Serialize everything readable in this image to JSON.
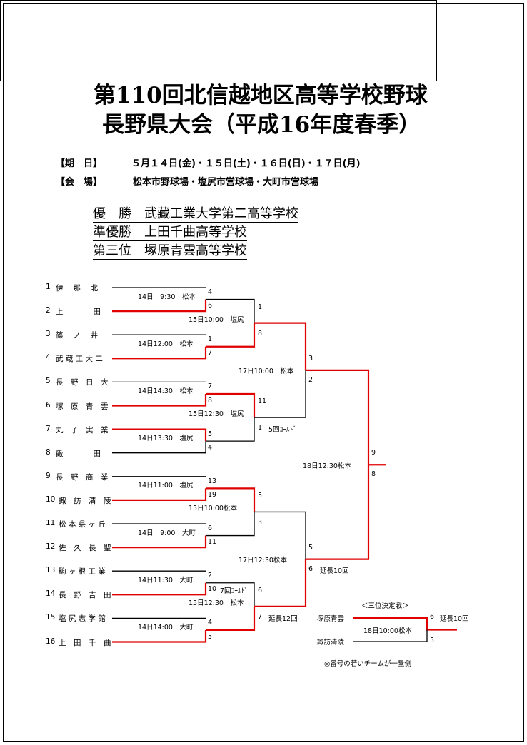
{
  "title": {
    "line1": "第110回北信越地区高等学校野球",
    "line2": "長野県大会（平成16年度春季）"
  },
  "info": {
    "date_label": "【期　日】",
    "date_value": "５月１４日(金)・１５日(土)・１６日(日)・１７日(月)",
    "venue_label": "【会　場】",
    "venue_value": "松本市野球場・塩尻市営球場・大町市営球場"
  },
  "results": [
    {
      "rank": "優　勝",
      "school": "武藏工業大学第二高等学校"
    },
    {
      "rank": "準優勝",
      "school": "上田千曲高等学校"
    },
    {
      "rank": "第三位",
      "school": "塚原青雲高等学校"
    }
  ],
  "teams": [
    {
      "num": "1",
      "name": "伊　 那　 北"
    },
    {
      "num": "2",
      "name": "上　　　　田"
    },
    {
      "num": "3",
      "name": "篠　 ノ　 井"
    },
    {
      "num": "4",
      "name": "武 蔵 工 大 二"
    },
    {
      "num": "5",
      "name": "長　野　日　大"
    },
    {
      "num": "6",
      "name": "塚　原　青　雲"
    },
    {
      "num": "7",
      "name": "丸　子　実　業"
    },
    {
      "num": "8",
      "name": "飯　　　　田"
    },
    {
      "num": "9",
      "name": "長　野　商　業"
    },
    {
      "num": "10",
      "name": "諏　訪　清　陵"
    },
    {
      "num": "11",
      "name": "松 本 県 ヶ 丘"
    },
    {
      "num": "12",
      "name": "佐　久　長　聖"
    },
    {
      "num": "13",
      "name": "駒 ヶ 根 工 業"
    },
    {
      "num": "14",
      "name": "長　野　吉　田"
    },
    {
      "num": "15",
      "name": "塩 尻 志 学 館"
    },
    {
      "num": "16",
      "name": "上　田　千　曲"
    }
  ],
  "round1": [
    {
      "info": "14日　9:30　松本",
      "score_top": "4",
      "score_bottom": "6"
    },
    {
      "info": "14日12:00　松本",
      "score_top": "1",
      "score_bottom": "7"
    },
    {
      "info": "14日14:30　松本",
      "score_top": "7",
      "score_bottom": "8"
    },
    {
      "info": "14日13:30　塩尻",
      "score_top": "5",
      "score_bottom": "4"
    },
    {
      "info": "14日11:00　塩尻",
      "score_top": "13",
      "score_bottom": "19"
    },
    {
      "info": "14日　9:00　大町",
      "score_top": "6",
      "score_bottom": "11"
    },
    {
      "info": "14日11:30　大町",
      "score_top": "2",
      "score_bottom": "10",
      "note": "7回ｺｰﾙﾄﾞ"
    },
    {
      "info": "14日14:00　大町",
      "score_top": "4",
      "score_bottom": "5"
    }
  ],
  "round2": [
    {
      "info": "15日10:00　塩尻",
      "score_top": "1",
      "score_bottom": "8"
    },
    {
      "info": "15日12:30　塩尻",
      "score_top": "11",
      "score_bottom": "1",
      "note": "5回ｺｰﾙﾄﾞ"
    },
    {
      "info": "15日10:00松本",
      "score_top": "5",
      "score_bottom": "3"
    },
    {
      "info": "15日12:30　松本",
      "score_top": "6",
      "score_bottom": "7",
      "note": "延長12回"
    }
  ],
  "semifinals": [
    {
      "info": "17日10:00　松本",
      "score_top": "3",
      "score_bottom": "2"
    },
    {
      "info": "17日12:30松本",
      "score_top": "5",
      "score_bottom": "6",
      "note": "延長10回"
    }
  ],
  "final": {
    "info": "18日12:30松本",
    "score_top": "9",
    "score_bottom": "8"
  },
  "third_place": {
    "title": "＜三位決定戦＞",
    "team_top": "塚原青雲",
    "team_bottom": "諏訪清陵",
    "info": "18日10:00松本",
    "score_top": "6",
    "score_bottom": "5",
    "note": "延長10回"
  },
  "footnote": "◎番号の若いチームが一塁側",
  "colors": {
    "winner": "#e00000",
    "loser": "#000000"
  }
}
